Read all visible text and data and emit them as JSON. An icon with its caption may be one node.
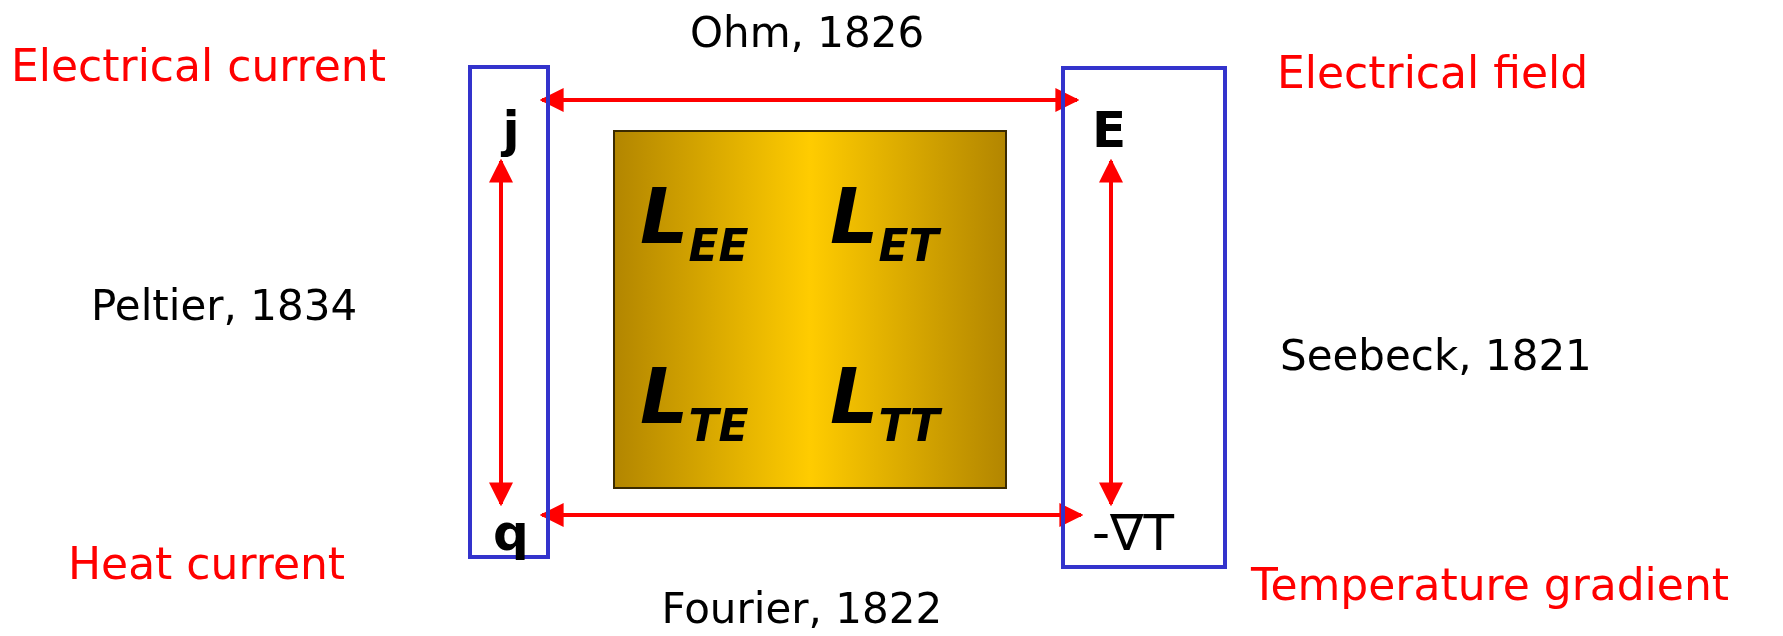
{
  "diagram": {
    "nodes": [
      {
        "text": [],
        "shape": "box"
      },
      {
        "text": [
          "j"
        ],
        "in": 0,
        "beside": [
          "Electrical current"
        ]
      },
      {
        "text": [
          "q"
        ],
        "in": 0,
        "beside": [
          "Heat current"
        ]
      },
      {
        "text": [
          "L$_{EE}$",
          "L$_{ET}$",
          "L$_{TE}$",
          "L$_{TT}$"
        ]
      },
      {
        "text": [],
        "shape": "box"
      },
      {
        "text": [
          "E"
        ],
        "in": 4,
        "beside": [
          "Electrical field"
        ]
      },
      {
        "text": [
          "-∇T"
        ],
        "in": 4,
        "beside": [
          "Temperature gradient"
        ]
      }
    ],
    "edges": [
      {
        "from": 1,
        "to": 5,
        "arrow": "both",
        "label": "Ohm, 1826"
      },
      {
        "from": 2,
        "to": 6,
        "arrow": "both",
        "label": "Fourier, 1822"
      },
      {
        "from": 1,
        "to": 2,
        "arrow": "both",
        "label": "Peltier, 1834"
      },
      {
        "from": 5,
        "to": 6,
        "arrow": "both",
        "label": "Seebeck, 1821"
      }
    ]
  }
}
